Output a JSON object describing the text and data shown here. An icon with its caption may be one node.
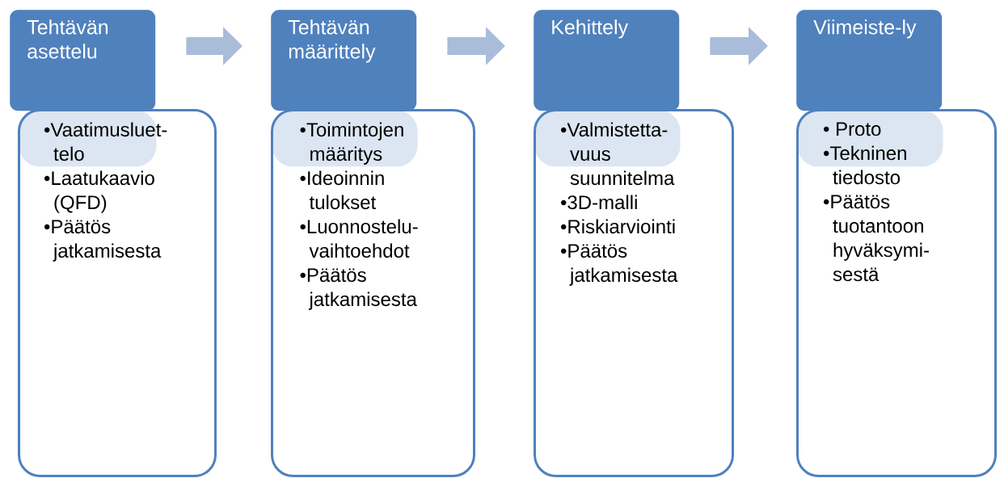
{
  "diagram": {
    "nodes": [
      {
        "text": [
          "Tehtävän asettelu"
        ]
      },
      {
        "text": [
          "•Vaatimusluet-telo",
          "•Laatukaavio (QFD)",
          "•Päätös jatkamisesta"
        ]
      },
      {
        "text": [
          "Tehtävän määrittely"
        ]
      },
      {
        "text": [
          "•Toimintojen määritys",
          "•Ideoinnin tulokset",
          "•Luonnostelu-vaihtoehdot",
          "•Päätös jatkamisesta"
        ]
      },
      {
        "text": [
          "Kehittely"
        ]
      },
      {
        "text": [
          "•Valmistetta-vuus suunnitelma",
          "•3D-malli",
          "•Riskiarviointi",
          "•Päätös jatkamisesta"
        ]
      },
      {
        "text": [
          "Viimeiste-ly"
        ]
      },
      {
        "text": [
          "• Proto",
          "•Tekninen tiedosto",
          "•Päätös tuotantoon hyväksymi-sestä"
        ]
      }
    ],
    "edges": [
      {
        "from": 0,
        "to": 2,
        "arrow": "to"
      },
      {
        "from": 2,
        "to": 4,
        "arrow": "to"
      },
      {
        "from": 4,
        "to": 6,
        "arrow": "to"
      }
    ]
  }
}
